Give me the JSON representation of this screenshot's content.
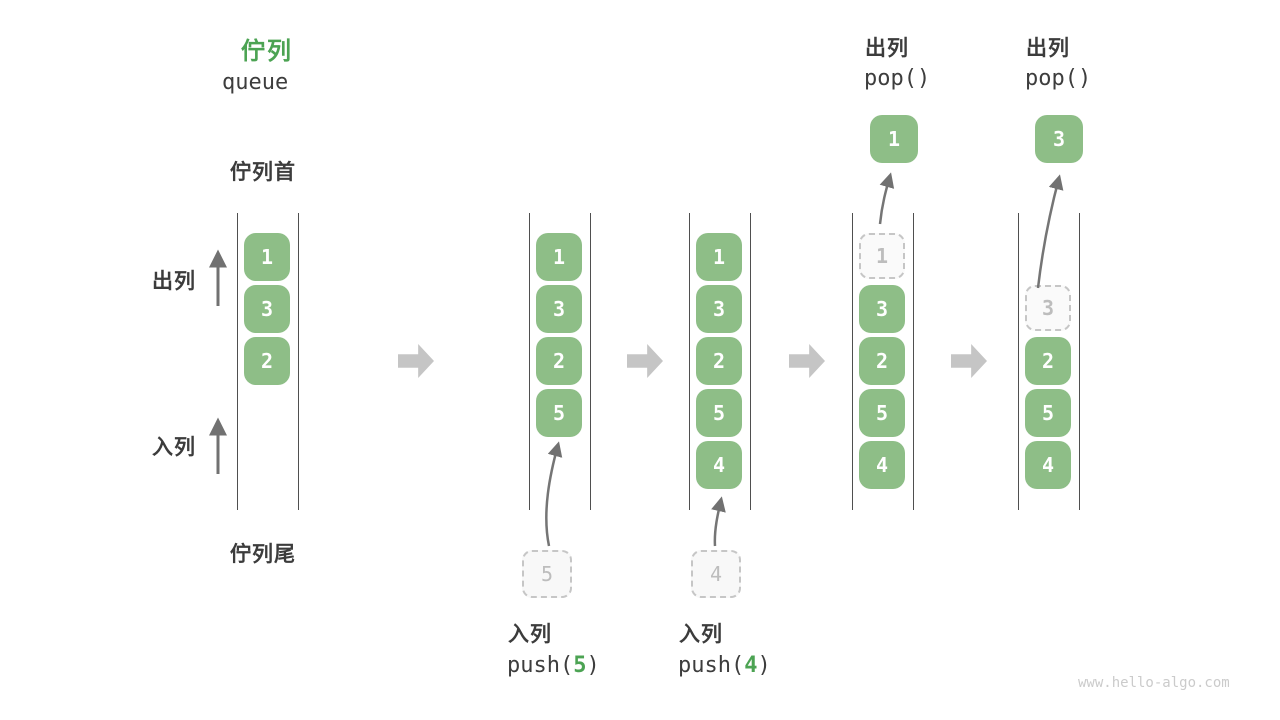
{
  "title": {
    "zh": "佇列",
    "en": "queue"
  },
  "side_labels": {
    "front": "佇列首",
    "rear": "佇列尾",
    "dequeue": "出列",
    "enqueue": "入列"
  },
  "operations": {
    "push5": {
      "label": "入列",
      "code_pre": "push(",
      "code_arg": "5",
      "code_post": ")"
    },
    "push4": {
      "label": "入列",
      "code_pre": "push(",
      "code_arg": "4",
      "code_post": ")"
    },
    "pop1": {
      "label": "出列",
      "code": "pop()"
    },
    "pop2": {
      "label": "出列",
      "code": "pop()"
    }
  },
  "colors": {
    "accent_green": "#4ca353",
    "box_green": "#8ebe87",
    "line_gray": "#4f4f4f",
    "arrow_gray": "#757575",
    "block_arrow_gray": "#c5c5c5",
    "dashed_gray": "#c6c6c6"
  },
  "watermark": "www.hello-algo.com",
  "states": [
    {
      "name": "initial",
      "cells": [
        {
          "slot": 0,
          "v": "1",
          "style": "solid"
        },
        {
          "slot": 1,
          "v": "3",
          "style": "solid"
        },
        {
          "slot": 2,
          "v": "2",
          "style": "solid"
        }
      ]
    },
    {
      "name": "after-push-5",
      "cells": [
        {
          "slot": 0,
          "v": "1",
          "style": "solid"
        },
        {
          "slot": 1,
          "v": "3",
          "style": "solid"
        },
        {
          "slot": 2,
          "v": "2",
          "style": "solid"
        },
        {
          "slot": 3,
          "v": "5",
          "style": "solid"
        }
      ],
      "incoming": "5"
    },
    {
      "name": "after-push-4",
      "cells": [
        {
          "slot": 0,
          "v": "1",
          "style": "solid"
        },
        {
          "slot": 1,
          "v": "3",
          "style": "solid"
        },
        {
          "slot": 2,
          "v": "2",
          "style": "solid"
        },
        {
          "slot": 3,
          "v": "5",
          "style": "solid"
        },
        {
          "slot": 4,
          "v": "4",
          "style": "solid"
        }
      ],
      "incoming": "4"
    },
    {
      "name": "after-pop-1",
      "cells": [
        {
          "slot": 0,
          "v": "1",
          "style": "dashed"
        },
        {
          "slot": 1,
          "v": "3",
          "style": "solid"
        },
        {
          "slot": 2,
          "v": "2",
          "style": "solid"
        },
        {
          "slot": 3,
          "v": "5",
          "style": "solid"
        },
        {
          "slot": 4,
          "v": "4",
          "style": "solid"
        }
      ],
      "popped": "1"
    },
    {
      "name": "after-pop-3",
      "cells": [
        {
          "slot": 1,
          "v": "3",
          "style": "dashed"
        },
        {
          "slot": 2,
          "v": "2",
          "style": "solid"
        },
        {
          "slot": 3,
          "v": "5",
          "style": "solid"
        },
        {
          "slot": 4,
          "v": "4",
          "style": "solid"
        }
      ],
      "popped": "3"
    }
  ]
}
